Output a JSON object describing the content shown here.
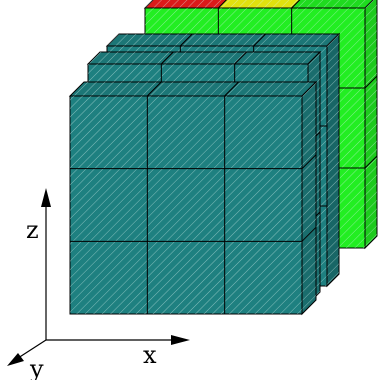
{
  "axes": {
    "x_label": "x",
    "y_label": "y",
    "z_label": "z"
  },
  "colors": {
    "teal": "#1e8080",
    "green": "#22ee22",
    "yellow": "#f5f510",
    "red": "#ee1c1c",
    "edge": "#000000",
    "hatch": "#c9ede8"
  },
  "blocks": {
    "grid_cols": 3,
    "grid_rows": 3,
    "layers": 4,
    "top_layer_colors": [
      "red",
      "yellow",
      "green"
    ]
  }
}
